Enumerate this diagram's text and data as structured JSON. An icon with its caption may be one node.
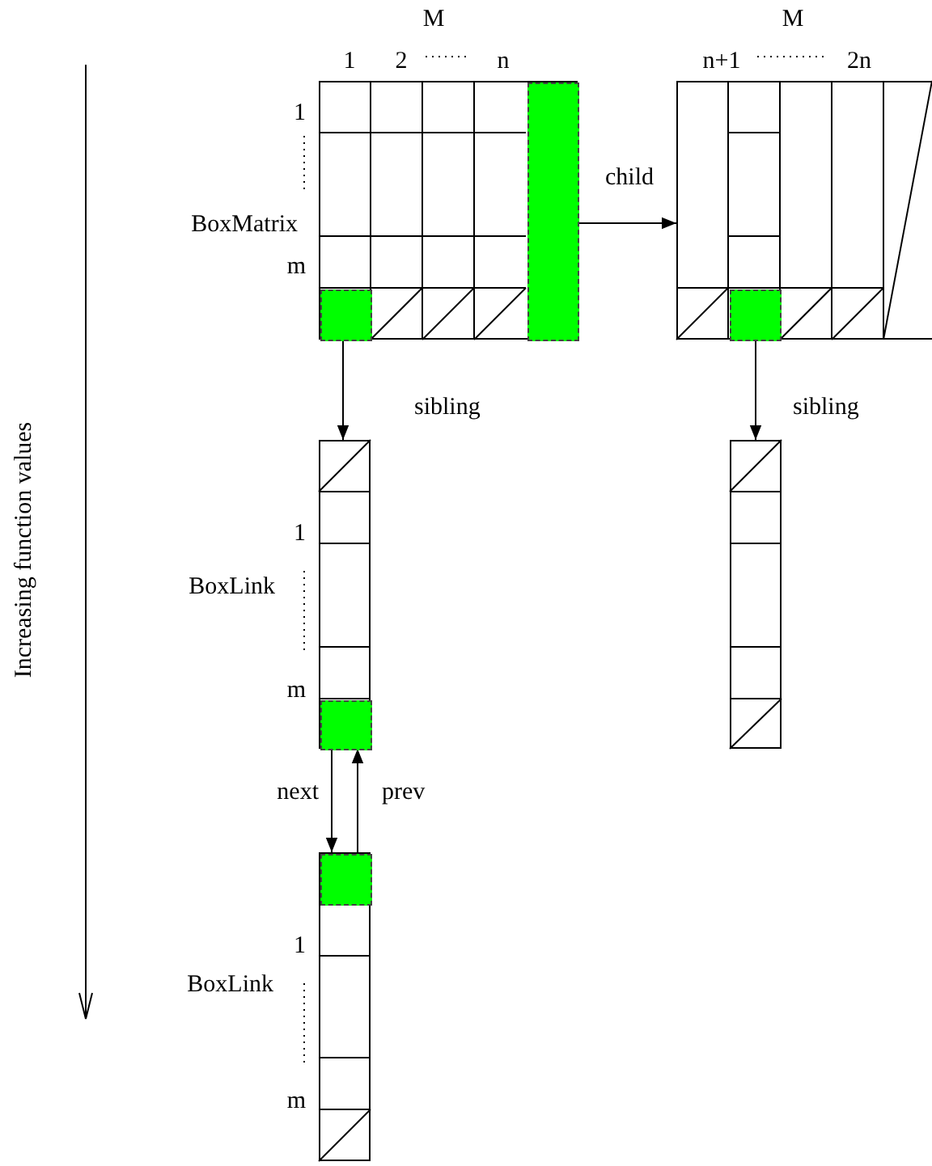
{
  "diagram": {
    "nodes": [
      {
        "text": [],
        "shape": "box"
      },
      {
        "text": [],
        "shape": "box",
        "in": 0
      },
      {
        "text": [],
        "shape": "box",
        "in": 0
      },
      {
        "text": [],
        "shape": "box"
      },
      {
        "text": [],
        "shape": "box",
        "in": 3
      },
      {
        "text": [],
        "shape": "box"
      },
      {
        "text": [],
        "shape": "box",
        "in": 5
      },
      {
        "text": [],
        "shape": "box"
      },
      {
        "text": [],
        "shape": "box"
      },
      {
        "text": [],
        "shape": "box",
        "in": 8
      }
    ],
    "edges": [
      {
        "from": 1,
        "to": 3,
        "arrow": "to",
        "label": "child"
      },
      {
        "from": 2,
        "to": 5,
        "arrow": "to",
        "label": "sibling"
      },
      {
        "from": 4,
        "to": 7,
        "arrow": "to",
        "label": "sibling"
      },
      {
        "from": 6,
        "to": 9,
        "arrow": "to",
        "label": "next"
      },
      {
        "from": 9,
        "to": 6,
        "arrow": "to",
        "label": "prev"
      }
    ],
    "labels": [
      "M",
      "1",
      "2",
      "n",
      "M",
      "n+1",
      "2n",
      "1",
      "BoxMatrix",
      "m",
      "Increasing function values",
      "1",
      "BoxLink",
      "m",
      "1",
      "BoxLink",
      "m"
    ]
  }
}
